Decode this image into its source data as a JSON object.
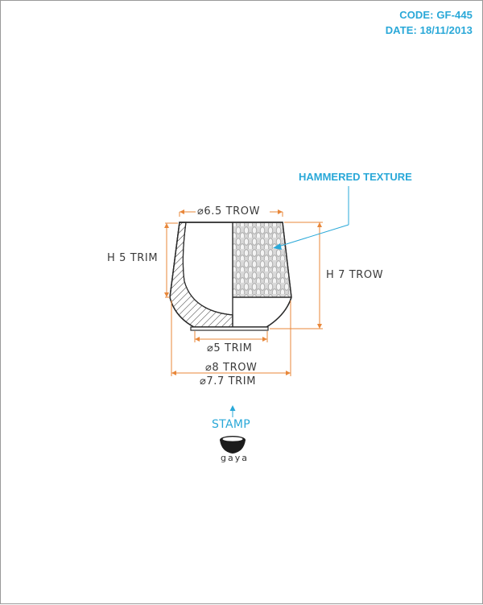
{
  "header": {
    "code": "CODE: GF-445",
    "date": "DATE: 18/11/2013"
  },
  "dimensions": {
    "top_diameter": "⌀6.5 TROW",
    "height_trim": "H 5 TRIM",
    "height_trow": "H 7 TROW",
    "base_diameter_trim": "⌀5 TRIM",
    "outer_diameter_trow": "⌀8 TROW",
    "outer_diameter_trim": "⌀7.7 TRIM"
  },
  "callouts": {
    "texture": "HAMMERED TEXTURE"
  },
  "stamp": {
    "label": "STAMP",
    "brand": "gaya"
  },
  "colors": {
    "dimension_line": "#e8873a",
    "callout": "#29a8d8",
    "outline": "#2b2b2b"
  }
}
